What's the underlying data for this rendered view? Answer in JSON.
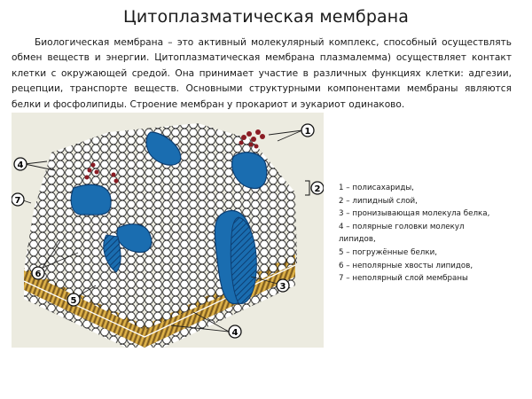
{
  "slide": {
    "title": "Цитоплазматическая мембрана",
    "intro": "Биологическая мембрана – это  активный молекулярный комплекс, способный осуществлять обмен веществ и энергии. Цитоплазматическая мембрана плазмалемма) осуществляет контакт клетки с окружающей средой. Она принимает участие в различных функциях клетки: адгезии, рецепции, транспорте веществ.  Основными структурными компонентами мембраны являются белки и фосфолипиды. Строение мембран у прокариот и эукариот одинаково."
  },
  "figure": {
    "background": "#ecebe0",
    "colors": {
      "protein": "#1a6db0",
      "protein_outline": "#0d3f73",
      "tails": "#a67c2e",
      "tails_light": "#e0b54a",
      "polysaccharide": "#8b1c24",
      "lipid_head": "#ffffff"
    },
    "callouts": [
      {
        "num": "1",
        "label_ref": 0
      },
      {
        "num": "2",
        "label_ref": 1
      },
      {
        "num": "3",
        "label_ref": 2
      },
      {
        "num": "4",
        "label_ref": 3
      },
      {
        "num": "4",
        "label_ref": 3
      },
      {
        "num": "5",
        "label_ref": 4
      },
      {
        "num": "6",
        "label_ref": 5
      },
      {
        "num": "7",
        "label_ref": 6
      }
    ]
  },
  "legend": {
    "items": [
      "1 – полисахариды,",
      "2 – липидный слой,",
      "3 – пронизывающая молекула белка,",
      "4 – полярные головки молекул липидов,",
      "5 – погружённые белки,",
      "6 – неполярные хвосты липидов,",
      "7 – неполярный слой мембраны"
    ]
  }
}
